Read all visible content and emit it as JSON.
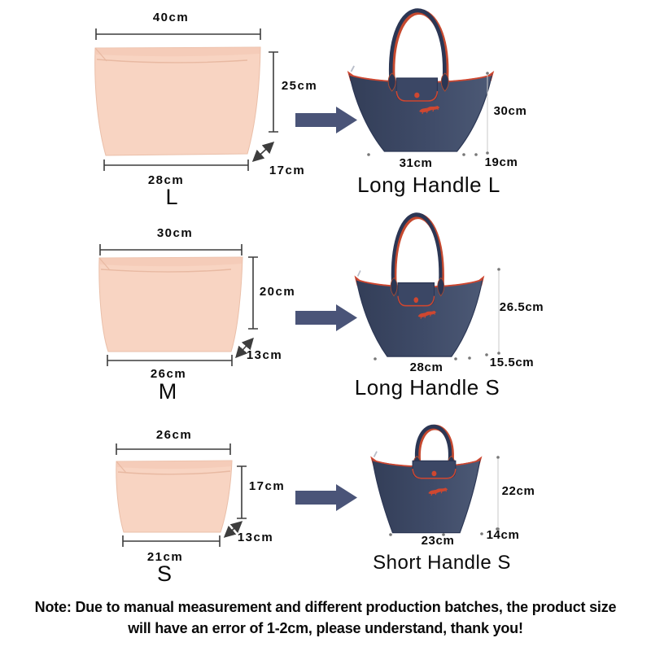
{
  "rows": [
    {
      "insert": {
        "label": "L",
        "top_width": "40cm",
        "height": "25cm",
        "bottom_width": "28cm",
        "depth": "17cm"
      },
      "bag": {
        "label": "Long Handle L",
        "height": "30cm",
        "bottom_width": "31cm",
        "depth": "19cm"
      }
    },
    {
      "insert": {
        "label": "M",
        "top_width": "30cm",
        "height": "20cm",
        "bottom_width": "26cm",
        "depth": "13cm"
      },
      "bag": {
        "label": "Long Handle S",
        "height": "26.5cm",
        "bottom_width": "28cm",
        "depth": "15.5cm"
      }
    },
    {
      "insert": {
        "label": "S",
        "top_width": "26cm",
        "height": "17cm",
        "bottom_width": "21cm",
        "depth": "13cm"
      },
      "bag": {
        "label": "Short Handle S",
        "height": "22cm",
        "bottom_width": "23cm",
        "depth": "14cm"
      }
    }
  ],
  "note": {
    "line1": "Note: Due to manual measurement and different production batches, the product size",
    "line2": "will have an error of 1-2cm, please understand, thank you!"
  },
  "colors": {
    "insert_felt": "#f8d4c2",
    "bag_navy": "#3e4a66",
    "trim_red": "#cf4730",
    "arrow_blue": "#4a5478",
    "dimension_gray": "#3d3d3d"
  }
}
